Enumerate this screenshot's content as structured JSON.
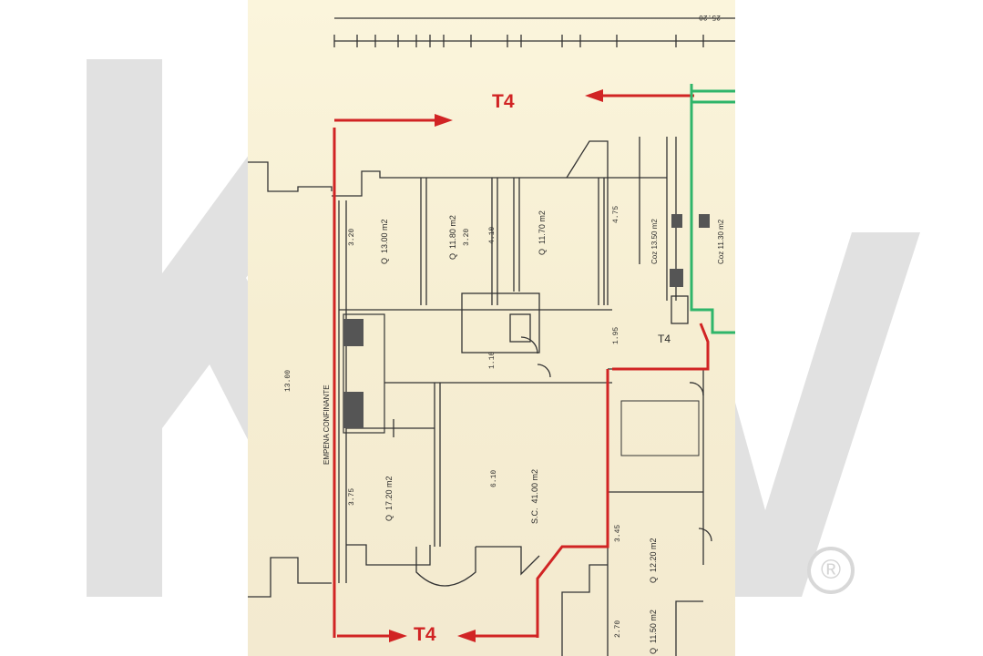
{
  "watermark": {
    "brand": "KW",
    "symbol": "®",
    "color": "#dcdcdc"
  },
  "labels": {
    "top": "T4",
    "bottom": "T4",
    "side": "T4",
    "wall": "EMPENA CONFINANTE"
  },
  "rooms": [
    {
      "name": "Q",
      "area": "13.00 m2"
    },
    {
      "name": "Q",
      "area": "11.80 m2"
    },
    {
      "name": "Q",
      "area": "11.70 m2"
    },
    {
      "name": "Q",
      "area": "17.20 m2"
    },
    {
      "name": "S.C.",
      "area": "41.00 m2"
    },
    {
      "name": "Q",
      "area": "12.20 m2"
    },
    {
      "name": "Q",
      "area": "11.50 m2"
    },
    {
      "name": "Coz",
      "area": "13.50 m2"
    },
    {
      "name": "Coz",
      "area": "11.30 m2"
    }
  ],
  "dims": {
    "d1": "3.20",
    "d2": "3.20",
    "d3": "4.10",
    "d4": "4.75",
    "d5": "13.00",
    "d6": "3.75",
    "d7": "6.10",
    "d8": "3.45",
    "d9": "2.70",
    "d10": "1.95",
    "d11": "1.10",
    "d12": "25.20"
  },
  "colors": {
    "accent": "#d12424",
    "green": "#2fb56a",
    "ink": "#2a2a2a"
  }
}
